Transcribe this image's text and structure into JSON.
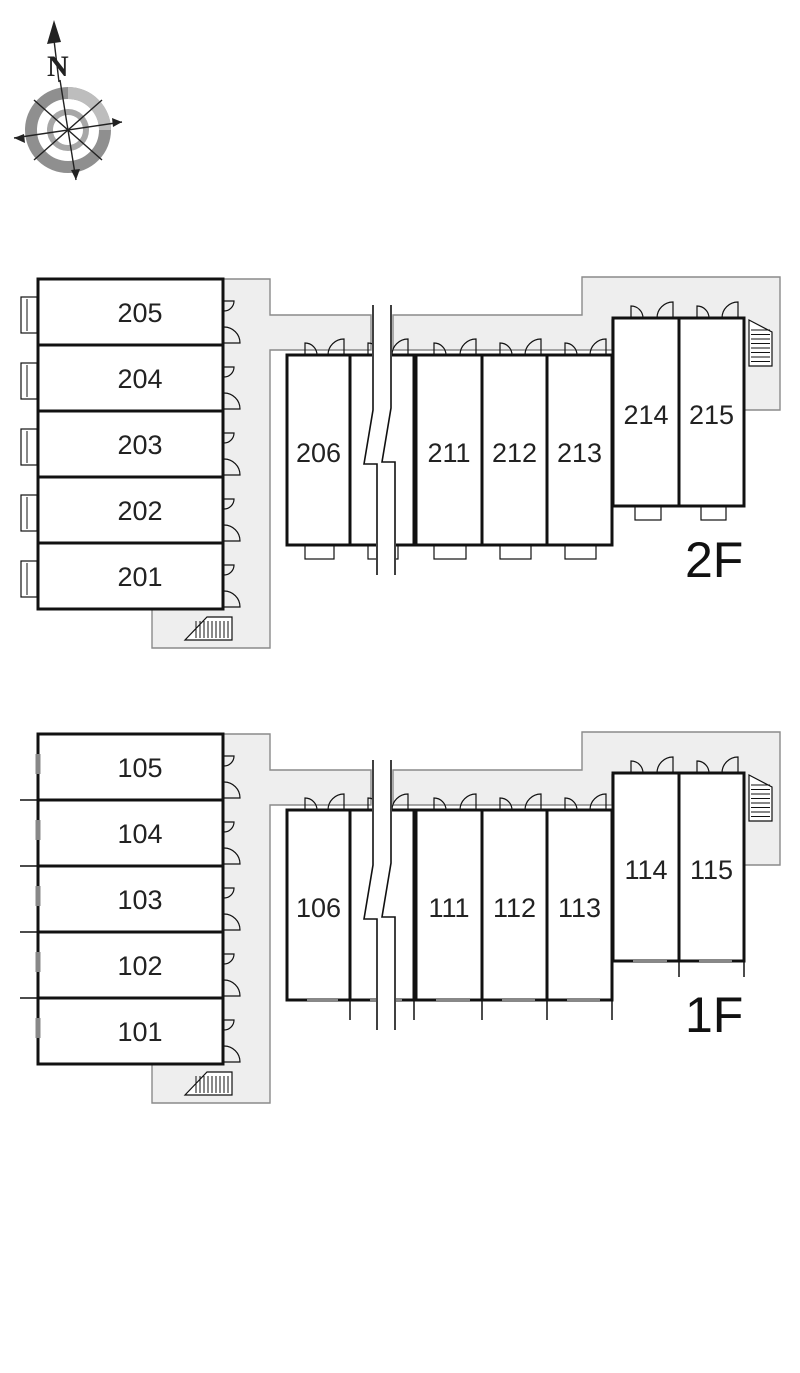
{
  "compass": {
    "north_label": "N"
  },
  "floors": [
    {
      "label": "2F",
      "left_units": [
        "205",
        "204",
        "203",
        "202",
        "201"
      ],
      "row_units": [
        "206",
        "",
        "211",
        "212",
        "213"
      ],
      "tall_units": [
        "214",
        "215"
      ]
    },
    {
      "label": "1F",
      "left_units": [
        "105",
        "104",
        "103",
        "102",
        "101"
      ],
      "row_units": [
        "106",
        "",
        "111",
        "112",
        "113"
      ],
      "tall_units": [
        "114",
        "115"
      ]
    }
  ]
}
